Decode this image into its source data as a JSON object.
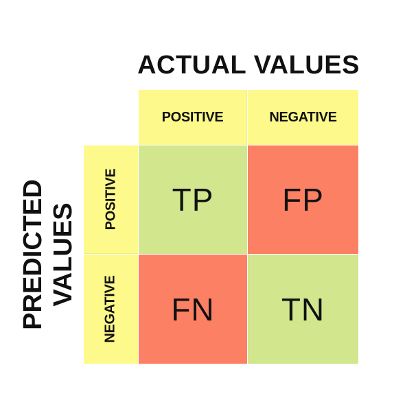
{
  "actual_title": "ACTUAL VALUES",
  "predicted_title": {
    "line1": "PREDICTED",
    "line2": "VALUES"
  },
  "columns": [
    "POSITIVE",
    "NEGATIVE"
  ],
  "rows": [
    "POSITIVE",
    "NEGATIVE"
  ],
  "cells": {
    "tp": "TP",
    "fp": "FP",
    "fn": "FN",
    "tn": "TN"
  },
  "colors": {
    "header": "#fdf98a",
    "correct": "#d2e68e",
    "incorrect": "#fc8064"
  }
}
